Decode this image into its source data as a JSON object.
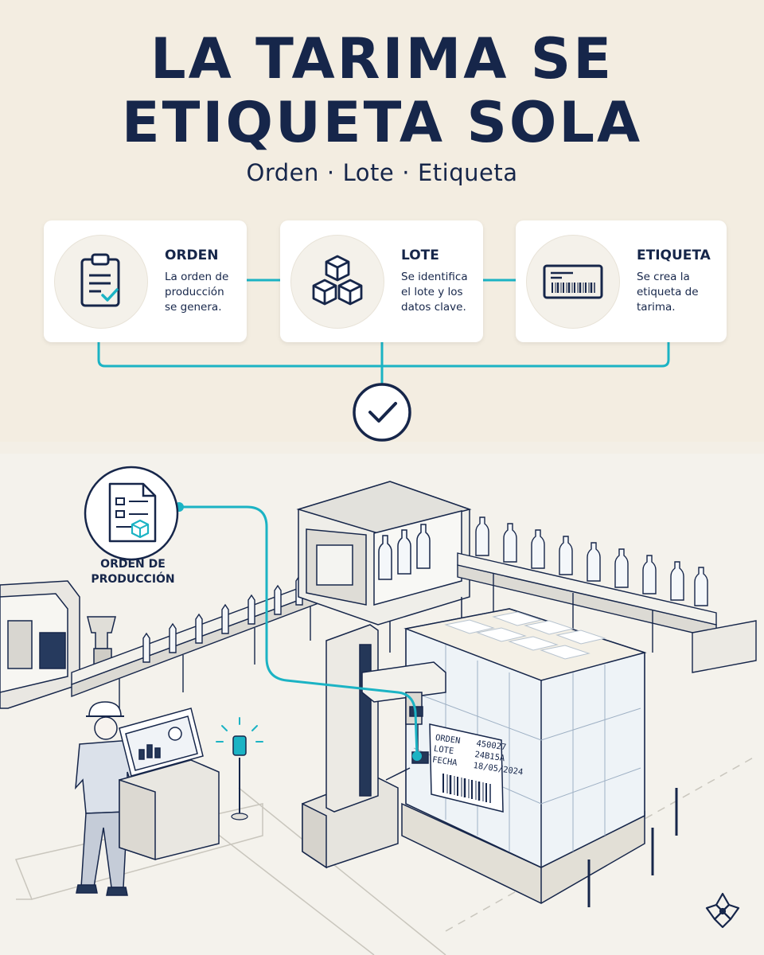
{
  "header": {
    "title_line1": "LA TARIMA SE",
    "title_line2": "ETIQUETA SOLA",
    "subtitle_items": [
      "Orden",
      "Lote",
      "Etiqueta"
    ],
    "separator": "·"
  },
  "cards": [
    {
      "title": "ORDEN",
      "desc_lines": [
        "La orden de",
        "producción",
        "se genera."
      ],
      "icon": "clipboard-check-icon"
    },
    {
      "title": "LOTE",
      "desc_lines": [
        "Se identifica",
        "el lote y los",
        "datos clave."
      ],
      "icon": "boxes-icon"
    },
    {
      "title": "ETIQUETA",
      "desc_lines": [
        "Se crea la",
        "etiqueta de",
        "tarima."
      ],
      "icon": "barcode-label-icon"
    }
  ],
  "confirmation": {
    "icon": "check-circle-icon"
  },
  "scene": {
    "doc_label_lines": [
      "ORDEN DE",
      "PRODUCCIÓN"
    ],
    "pallet_label": {
      "rows": [
        {
          "key": "ORDEN",
          "value": "450027"
        },
        {
          "key": "LOTE",
          "value": "24B15A"
        },
        {
          "key": "FECHA",
          "value": "18/05/2024"
        }
      ]
    }
  },
  "colors": {
    "navy": "#16264a",
    "teal": "#1bb3c4",
    "background": "#f3ede1"
  }
}
